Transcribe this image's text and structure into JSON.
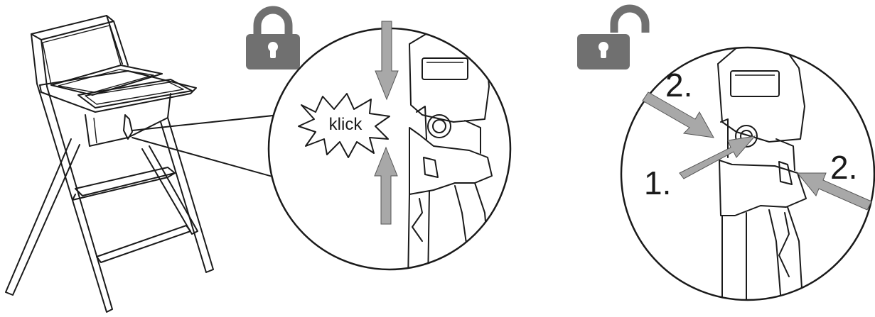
{
  "labels": {
    "click_sound": "klick",
    "step_one": "1.",
    "step_two_top": "2.",
    "step_two_right": "2."
  },
  "icons": {
    "locked": "padlock-closed-icon",
    "unlocked": "padlock-open-icon"
  },
  "colors": {
    "ink": "#1a1a1a",
    "icon_gray": "#707070",
    "arrow_gray": "#a8a8a8",
    "background": "#ffffff"
  }
}
